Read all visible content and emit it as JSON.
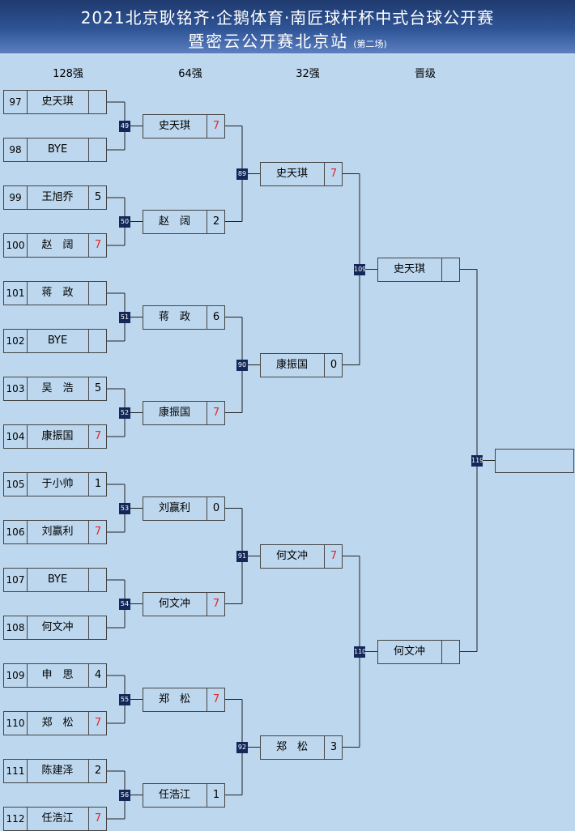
{
  "header": {
    "line1": "2021北京耿铭齐·企鹅体育·南匠球杆杯中式台球公开赛",
    "line2": "暨密云公开赛北京站",
    "line2_sub": "(第二场)"
  },
  "rounds": [
    "128强",
    "64强",
    "32强",
    "晋级"
  ],
  "r128": [
    {
      "seed": "97",
      "name": "史天琪",
      "score": ""
    },
    {
      "seed": "98",
      "name": "BYE",
      "score": ""
    },
    {
      "seed": "99",
      "name": "王旭乔",
      "score": "5"
    },
    {
      "seed": "100",
      "name": "赵　阔",
      "score": "7",
      "win": true
    },
    {
      "seed": "101",
      "name": "蒋　政",
      "score": ""
    },
    {
      "seed": "102",
      "name": "BYE",
      "score": ""
    },
    {
      "seed": "103",
      "name": "吴　浩",
      "score": "5"
    },
    {
      "seed": "104",
      "name": "康振国",
      "score": "7",
      "win": true
    },
    {
      "seed": "105",
      "name": "于小帅",
      "score": "1"
    },
    {
      "seed": "106",
      "name": "刘赢利",
      "score": "7",
      "win": true
    },
    {
      "seed": "107",
      "name": "BYE",
      "score": ""
    },
    {
      "seed": "108",
      "name": "何文冲",
      "score": ""
    },
    {
      "seed": "109",
      "name": "申　思",
      "score": "4"
    },
    {
      "seed": "110",
      "name": "郑　松",
      "score": "7",
      "win": true
    },
    {
      "seed": "111",
      "name": "陈建泽",
      "score": "2"
    },
    {
      "seed": "112",
      "name": "任浩江",
      "score": "7",
      "win": true
    }
  ],
  "r64": [
    {
      "name": "史天琪",
      "score": "7",
      "win": true
    },
    {
      "name": "赵　阔",
      "score": "2"
    },
    {
      "name": "蒋　政",
      "score": "6"
    },
    {
      "name": "康振国",
      "score": "7",
      "win": true
    },
    {
      "name": "刘赢利",
      "score": "0"
    },
    {
      "name": "何文冲",
      "score": "7",
      "win": true
    },
    {
      "name": "郑　松",
      "score": "7",
      "win": true
    },
    {
      "name": "任浩江",
      "score": "1"
    }
  ],
  "r32": [
    {
      "name": "史天琪",
      "score": "7",
      "win": true
    },
    {
      "name": "康振国",
      "score": "0"
    },
    {
      "name": "何文冲",
      "score": "7",
      "win": true
    },
    {
      "name": "郑　松",
      "score": "3"
    }
  ],
  "advance": [
    {
      "name": "史天琪",
      "score": ""
    },
    {
      "name": "何文冲",
      "score": ""
    }
  ],
  "final": {
    "name": "",
    "score": ""
  },
  "match_numbers": {
    "r64": [
      "49",
      "50",
      "51",
      "52",
      "53",
      "54",
      "55",
      "56"
    ],
    "r32": [
      "89",
      "90",
      "91",
      "92"
    ],
    "adv": [
      "109",
      "110"
    ],
    "final": "119"
  },
  "colors": {
    "background": "#bdd7ee",
    "header": "#2f5597",
    "match_badge": "#13275a",
    "win_score": "#e0262b"
  }
}
